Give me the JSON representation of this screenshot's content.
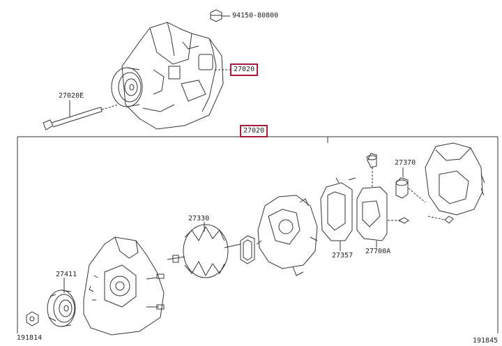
{
  "labels": {
    "bolt_cap_part": "94150-80800",
    "alternator_assy": "27020",
    "through_bolt": "27020E",
    "alternator_group": "27020",
    "rotor": "27330",
    "pulley": "27411",
    "brush_holder": "27357",
    "regulator": "27700A",
    "terminal_insulator": "27370",
    "ref_left": "191814",
    "ref_right": "191845"
  },
  "colors": {
    "callout_border": "#a51d36",
    "line": "#333333"
  }
}
